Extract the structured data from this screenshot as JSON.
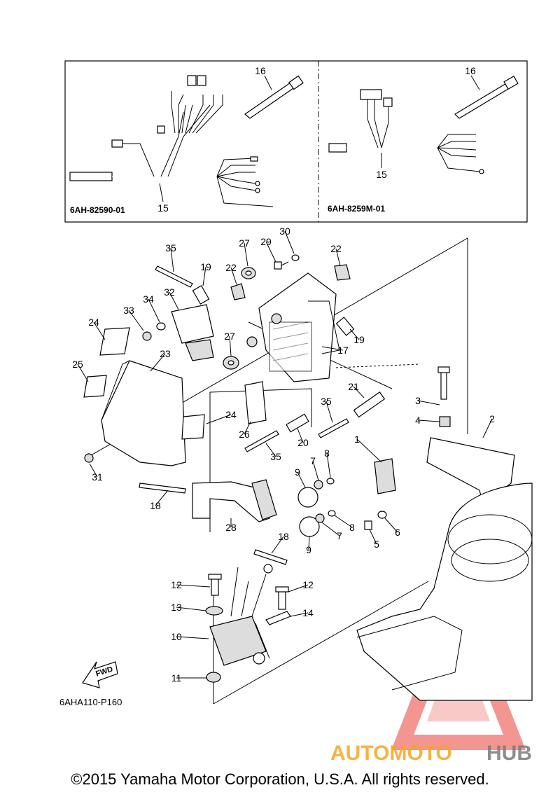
{
  "insets": [
    {
      "code": "6AH-82590-01",
      "labels": [
        "16",
        "15"
      ]
    },
    {
      "code": "6AH-8259M-01",
      "labels": [
        "16",
        "15"
      ]
    }
  ],
  "callouts": [
    "1",
    "2",
    "3",
    "4",
    "5",
    "6",
    "7",
    "7",
    "8",
    "8",
    "9",
    "9",
    "10",
    "11",
    "12",
    "12",
    "13",
    "14",
    "17",
    "18",
    "18",
    "19",
    "19",
    "20",
    "21",
    "22",
    "22",
    "23",
    "24",
    "24",
    "25",
    "26",
    "27",
    "27",
    "28",
    "29",
    "30",
    "31",
    "32",
    "33",
    "34",
    "35",
    "35",
    "35"
  ],
  "direction_label": "FWD",
  "figure_code": "6AHA110-P160",
  "watermark": {
    "part1": "AUTOMOTO",
    "part2": "HUB",
    "color1": "#f5a623",
    "color2": "#7a7a7a",
    "triangle_color": "#e8352e"
  },
  "copyright": "©2015 Yamaha Motor Corporation, U.S.A. All rights reserved."
}
